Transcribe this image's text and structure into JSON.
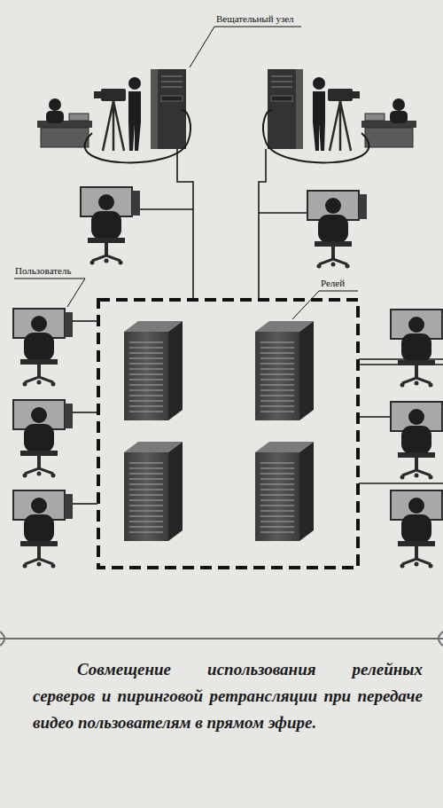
{
  "diagram": {
    "caption": "Совмещение использования релейных серверов и пиринговой ретрансляции при передаче видео пользователям в прямом эфире.",
    "labels": [
      "Вещательный узел",
      "Пользователь",
      "Релей"
    ]
  }
}
